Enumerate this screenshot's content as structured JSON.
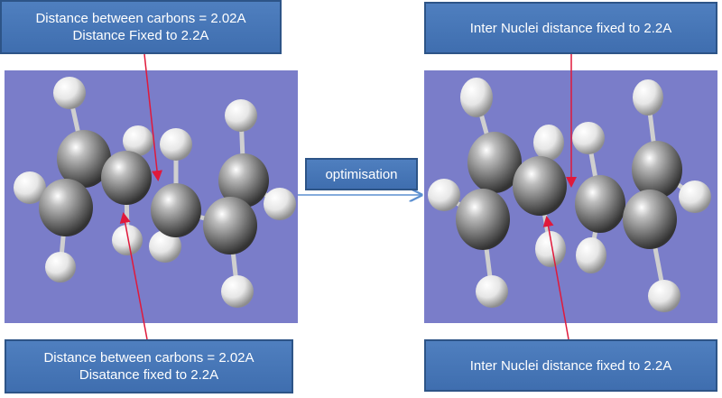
{
  "callouts": {
    "top_left": {
      "line1": "Distance between carbons = 2.02A",
      "line2": "Distance Fixed to 2.2A"
    },
    "bottom_left": {
      "line1": "Distance between carbons = 2.02A",
      "line2": "Disatance fixed to 2.2A"
    },
    "top_right": {
      "line1": "Inter Nuclei distance fixed to 2.2A"
    },
    "bottom_right": {
      "line1": "Inter Nuclei distance fixed to 2.2A"
    }
  },
  "process_label": "optimisation",
  "colors": {
    "panel_background": "#7a7dc9",
    "callout_fill": "#4a7ab9",
    "callout_border": "#2d5487",
    "pointer_line": "#e0193b",
    "process_arrow": "#5b8fd0"
  },
  "icons": {
    "carbon_atom": "grey-sphere",
    "hydrogen_atom": "white-sphere"
  }
}
